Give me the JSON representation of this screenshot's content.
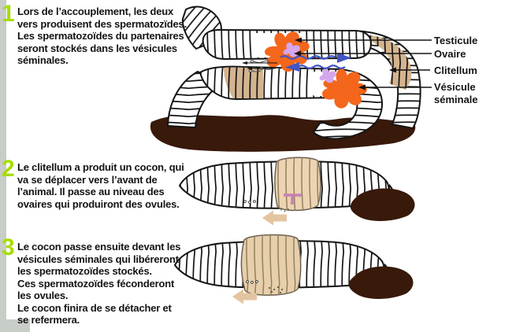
{
  "steps": [
    {
      "number": "1",
      "text": "Lors de l’accouplement, les deux\nvers produisent des spermatozïdes.\nLes spermatozoïdes du partenaires\nseront stockés dans les vésicules\nséminales."
    },
    {
      "number": "2",
      "text": "Le clitellum a produit un cocon, qui\nva se déplacer vers l’avant de\nl’animal. Il passe au niveau des\novaires qui produiront des ovules."
    },
    {
      "number": "3",
      "text": "Le cocon passe ensuite devant les\nvésicules séminales qui libéreront\nles spermatozoïdes stockés.\nCes spermatozoïdes féconderont\nles ovules.\nLe cocon finira de se détacher et\nse refermera."
    }
  ],
  "labels": {
    "testicule": "Testicule",
    "ovaire": "Ovaire",
    "clitellum": "Clitellum",
    "vesicule_seminale": "Vésicule\nséminale"
  },
  "icons": {
    "movement_arrow": "left-arrow",
    "sperm_exchange_arrows": "wavy-double-arrows"
  },
  "colors": {
    "step_number_green": "#a6dd00",
    "margin_gray": "#c8cdc8",
    "text_black": "#141414",
    "testis_orange": "#f4661c",
    "ovary_purple": "#d4a6ec",
    "sperm_arrow_blue": "#4156c6",
    "clitellum_tan": "#d4b48f",
    "cocoon_tan": "#ecd4b2",
    "cocoon_ovary_pink": "#c77fb0",
    "direction_arrow_tan": "#e3c5a0",
    "soil_brown": "#38190a",
    "worm_outline": "#141414"
  }
}
